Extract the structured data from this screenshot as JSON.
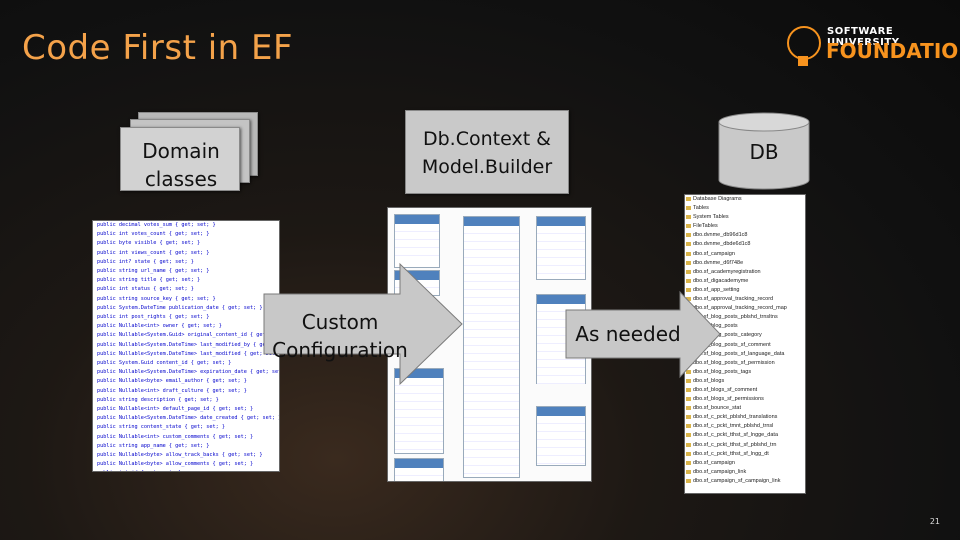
{
  "slide": {
    "title": "Code First in EF",
    "page_number": "21"
  },
  "logo": {
    "line1": "SOFTWARE UNIVERSITY",
    "line2": "FOUNDATION"
  },
  "boxes": {
    "domain_classes": "Domain classes",
    "dbcontext": "Db.Context & Model.Builder",
    "db": "DB"
  },
  "arrows": {
    "custom_configuration": "Custom Configuration",
    "as_needed": "As needed"
  },
  "colors": {
    "title": "#f4a24a",
    "brand": "#f7931e",
    "box_fill": "#c9c9c9",
    "arrow_fill": "#c8c8c8"
  }
}
